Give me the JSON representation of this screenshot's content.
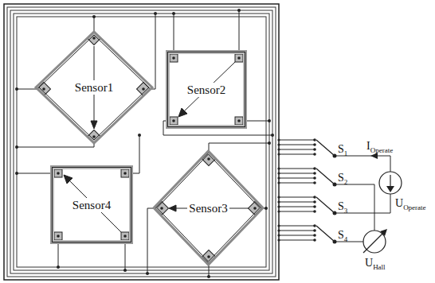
{
  "diagram": {
    "nodes": [
      {
        "text": [
          "Sensor1"
        ]
      },
      {
        "text": [
          "Sensor2"
        ]
      },
      {
        "text": [
          "Sensor4"
        ]
      },
      {
        "text": [
          "Sensor3"
        ]
      }
    ],
    "labels": [
      "S",
      "1",
      "S",
      "2",
      "S",
      "3",
      "S",
      "4",
      "I",
      "Operate",
      "U",
      "Operate",
      "U",
      "Hall"
    ]
  }
}
